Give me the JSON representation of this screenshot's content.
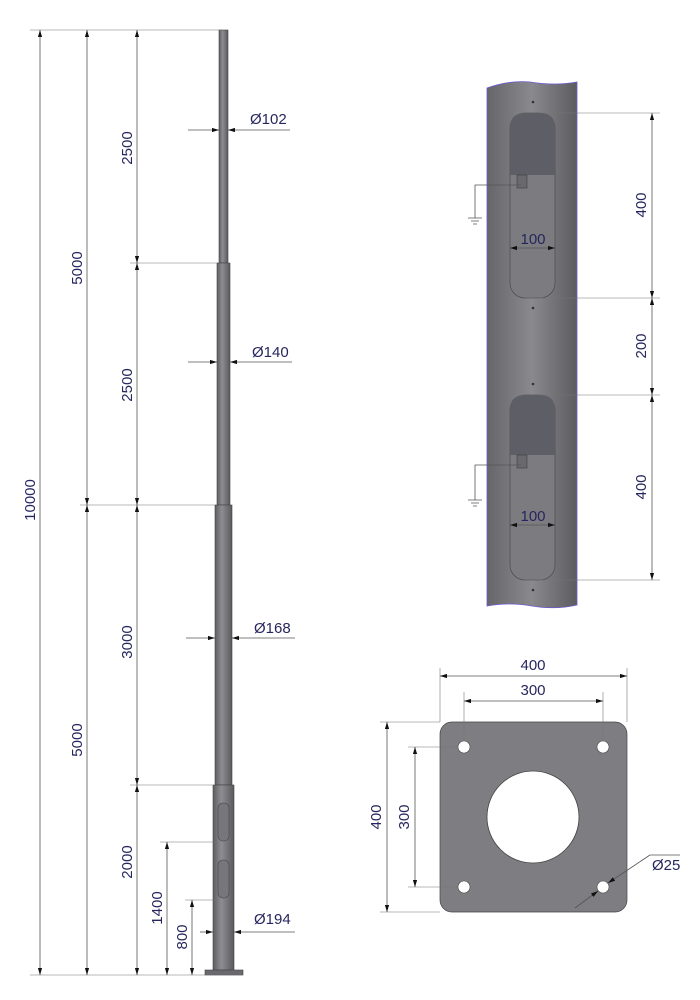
{
  "colors": {
    "pole": "#7a7a7e",
    "text": "#26265e",
    "slot_cover": "#5e5e66",
    "edge": "#6a5acd"
  },
  "elevation": {
    "heights": {
      "total": "10000",
      "upper_half": "5000",
      "lower_half": "5000",
      "seg_top": "2500",
      "seg_mid": "2500",
      "seg_lower": "3000",
      "seg_base": "2000",
      "door_upper": "1400",
      "door_lower": "800"
    },
    "diameters": {
      "top": "Ø102",
      "mid": "Ø140",
      "lower": "Ø168",
      "base": "Ø194"
    }
  },
  "door_detail": {
    "door1_height": "400",
    "gap": "200",
    "door2_height": "400",
    "door1_width": "100",
    "door2_width": "100",
    "icons": [
      "ground-icon",
      "ground-icon"
    ]
  },
  "base_plate": {
    "width": "400",
    "bolt_spacing_x": "300",
    "height": "400",
    "bolt_spacing_y": "300",
    "bolt_hole": "Ø25"
  }
}
